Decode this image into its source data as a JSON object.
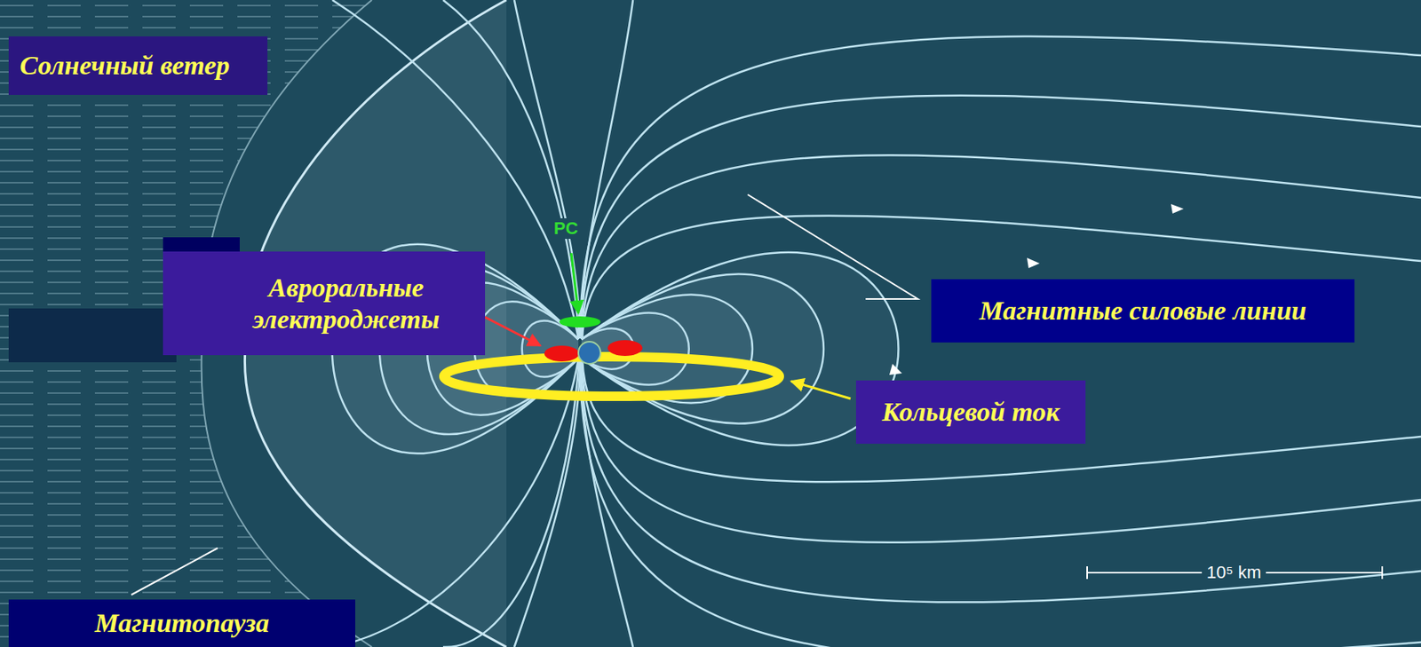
{
  "diagram": {
    "nodes": [
      {
        "text": [
          "Солнечный ветер"
        ]
      },
      {
        "text": [
          "Авроральные электроджеты"
        ]
      },
      {
        "text": [
          "Магнитные силовые линии"
        ]
      },
      {
        "text": [
          "Кольцевой ток"
        ]
      },
      {
        "text": [
          "Магнитопауза"
        ]
      }
    ],
    "labels": [
      "PC",
      "10⁵ km"
    ]
  }
}
